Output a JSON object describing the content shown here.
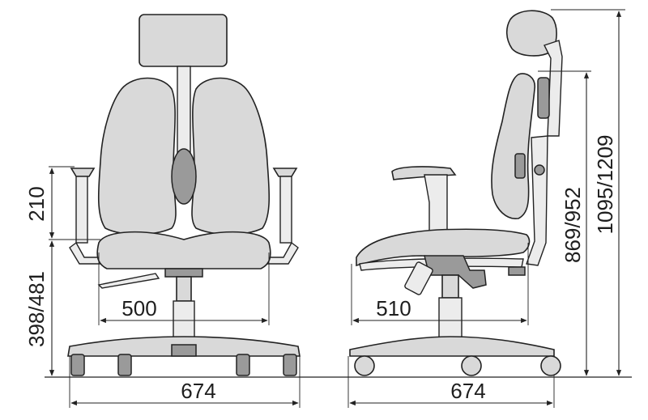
{
  "dimensions": {
    "front_armrest_height": "210",
    "front_seat_height": "398/481",
    "front_seat_width": "500",
    "front_base_width": "674",
    "side_seat_depth": "510",
    "side_base_depth": "674",
    "side_back_height": "869/952",
    "side_total_height": "1095/1209"
  },
  "colors": {
    "outline": "#222222",
    "fill": "#d9d9d9",
    "dark_fill": "#9a9a9a",
    "text": "#1e1e1e"
  }
}
